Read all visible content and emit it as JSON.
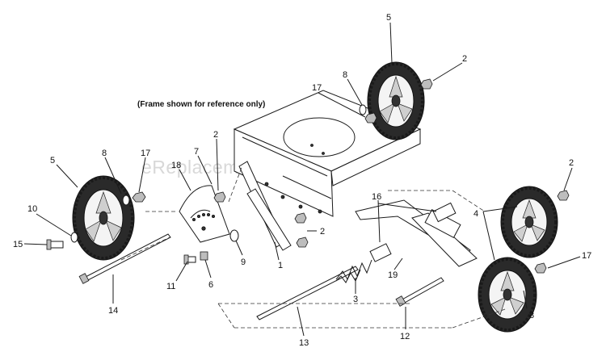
{
  "note": "(Frame shown for reference only)",
  "watermark": "eReplacementParts.com",
  "callouts": [
    {
      "id": "c5a",
      "text": "5"
    },
    {
      "id": "c2a",
      "text": "2"
    },
    {
      "id": "c8a",
      "text": "8"
    },
    {
      "id": "c17a",
      "text": "17"
    },
    {
      "id": "c2b",
      "text": "2"
    },
    {
      "id": "c7",
      "text": "7"
    },
    {
      "id": "c18",
      "text": "18"
    },
    {
      "id": "c5b",
      "text": "5"
    },
    {
      "id": "c8b",
      "text": "8"
    },
    {
      "id": "c17b",
      "text": "17"
    },
    {
      "id": "c10",
      "text": "10"
    },
    {
      "id": "c15",
      "text": "15"
    },
    {
      "id": "c2c",
      "text": "2"
    },
    {
      "id": "c16",
      "text": "16"
    },
    {
      "id": "c2d",
      "text": "2"
    },
    {
      "id": "c4",
      "text": "4"
    },
    {
      "id": "c9",
      "text": "9"
    },
    {
      "id": "c1",
      "text": "1"
    },
    {
      "id": "c11",
      "text": "11"
    },
    {
      "id": "c6",
      "text": "6"
    },
    {
      "id": "c14",
      "text": "14"
    },
    {
      "id": "c3",
      "text": "3"
    },
    {
      "id": "c19",
      "text": "19"
    },
    {
      "id": "c17c",
      "text": "17"
    },
    {
      "id": "c12",
      "text": "12"
    },
    {
      "id": "c8c",
      "text": "8"
    },
    {
      "id": "c13",
      "text": "13"
    }
  ]
}
